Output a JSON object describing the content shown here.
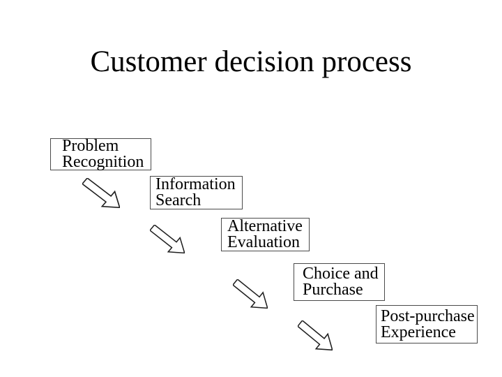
{
  "slide": {
    "title": "Customer decision process",
    "background_color": "#ffffff",
    "text_color": "#000000",
    "box_border_color": "#4a4a4a",
    "arrow_fill_color": "#ffffff",
    "arrow_stroke_color": "#1f1f1f"
  },
  "diagram": {
    "type": "staircase-process",
    "arrow_direction": "down-right",
    "arrow_count": 4,
    "steps": [
      {
        "line1": "Problem",
        "line2": "Recognition"
      },
      {
        "line1": "Information",
        "line2": "Search"
      },
      {
        "line1": "Alternative",
        "line2": "Evaluation"
      },
      {
        "line1": "Choice and",
        "line2": "Purchase"
      },
      {
        "line1": "Post-purchase",
        "line2": "Experience"
      }
    ]
  }
}
